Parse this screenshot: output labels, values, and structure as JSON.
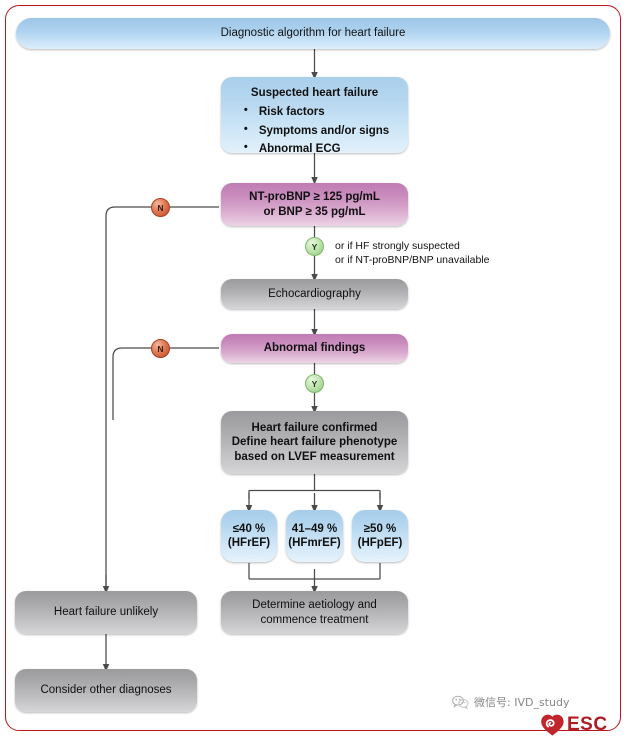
{
  "title": "Diagnostic algorithm for heart failure",
  "nodes": {
    "suspected": {
      "heading": "Suspected heart failure",
      "bullets": [
        "Risk factors",
        "Symptoms and/or signs",
        "Abnormal ECG"
      ]
    },
    "natriuretic": {
      "line1": "NT-proBNP ≥ 125 pg/mL",
      "line2": "or BNP ≥ 35 pg/mL"
    },
    "echo": {
      "label": "Echocardiography"
    },
    "abnormal": {
      "label": "Abnormal findings"
    },
    "confirmed": {
      "line1": "Heart failure confirmed",
      "line2": "Define heart failure phenotype",
      "line3": "based on LVEF measurement"
    },
    "phenotypes": [
      {
        "value": "≤40 %",
        "name": "(HFrEF)"
      },
      {
        "value": "41–49 %",
        "name": "(HFmrEF)"
      },
      {
        "value": "≥50 %",
        "name": "(HFpEF)"
      }
    ],
    "aetiology": {
      "line1": "Determine aetiology and",
      "line2": "commence treatment"
    },
    "unlikely": {
      "label": "Heart failure unlikely"
    },
    "other": {
      "label": "Consider other diagnoses"
    }
  },
  "decisions": {
    "no_1": "N",
    "no_2": "N",
    "yes_1": "Y",
    "yes_2": "Y"
  },
  "notes": {
    "yes_branch_line1": "or if HF strongly suspected",
    "yes_branch_line2": "or if NT-proBNP/BNP unavailable"
  },
  "watermark": {
    "wechat_label": "微信号: IVD_study",
    "esc_text": "ESC"
  },
  "colors": {
    "frame": "#b5191f",
    "blue": "#a9cfeb",
    "grey": "#a9a9ac",
    "purple": "#c98cbd",
    "no_circle": "#e07a52",
    "yes_circle": "#bfe3ae",
    "esc_red": "#b01c24"
  }
}
